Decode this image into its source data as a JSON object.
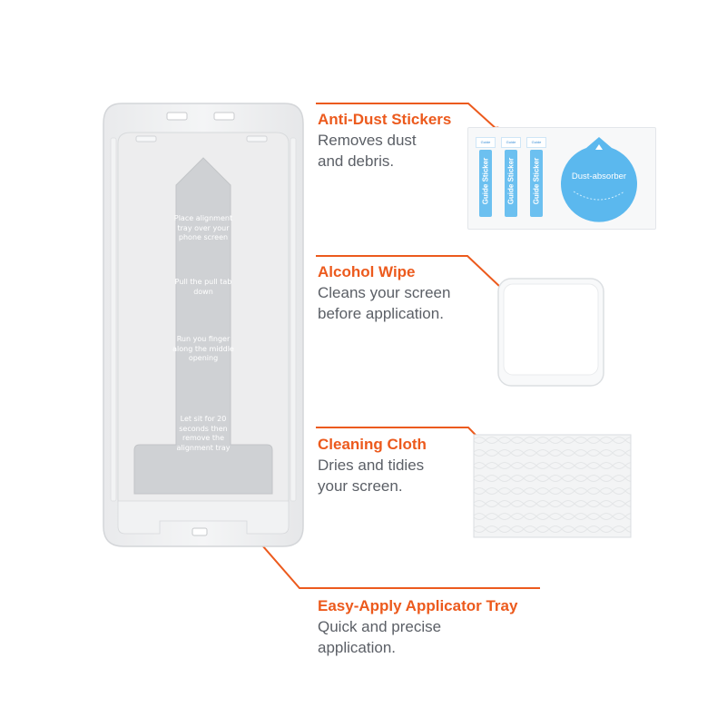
{
  "tray": {
    "steps": [
      "Place alignment tray over your phone screen",
      "Pull the pull tab down",
      "Run you finger along the middle opening",
      "Let sit for 20 seconds then remove the alignment tray"
    ]
  },
  "callouts": [
    {
      "title": "Anti-Dust Stickers",
      "desc": "Removes dust and debris."
    },
    {
      "title": "Alcohol Wipe",
      "desc": "Cleans your screen before application."
    },
    {
      "title": "Cleaning Cloth",
      "desc": "Dries and tidies your screen."
    },
    {
      "title": "Easy-Apply Applicator Tray",
      "desc": "Quick and precise application."
    }
  ],
  "stickers": {
    "guide_label": "Guide Sticker",
    "head_label": "Guide Sticker",
    "absorber_label": "Dust-absorber"
  },
  "colors": {
    "accent": "#ec5a1d",
    "text": "#5b5f66",
    "sticker_blue": "#6cc0f0"
  }
}
